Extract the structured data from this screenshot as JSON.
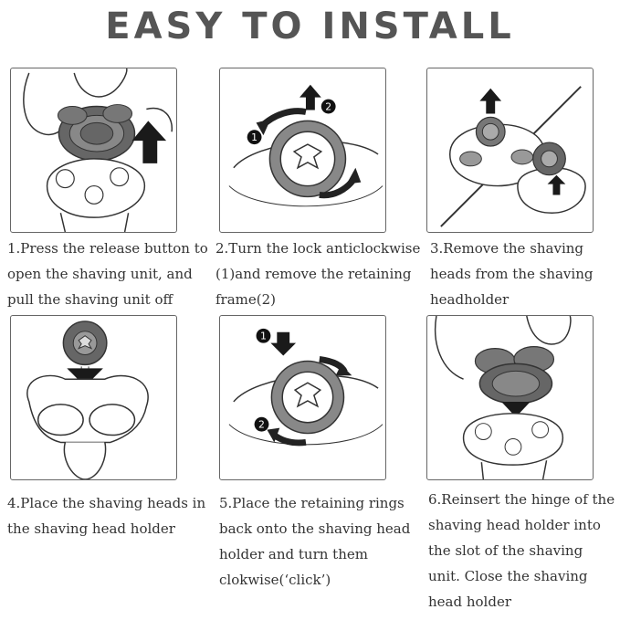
{
  "header": {
    "title": "EASY TO INSTALL"
  },
  "steps": [
    {
      "caption": "1.Press the release button to open the shaving unit, and pull the shaving unit off"
    },
    {
      "caption": "2.Turn the lock anticlockwise (1)and remove the retaining frame(2)",
      "markers": [
        "1",
        "2"
      ]
    },
    {
      "caption": "3.Remove the shaving heads from the shaving headholder"
    },
    {
      "caption": "4.Place the shaving heads in the shaving head holder"
    },
    {
      "caption": "5.Place the retaining rings back onto the shaving head holder and turn them clokwise(‘click’)",
      "markers": [
        "1",
        "2"
      ]
    },
    {
      "caption": "6.Reinsert the hinge of the shaving head holder into the slot of the shaving unit. Close the shaving head holder"
    }
  ],
  "colors": {
    "line": "#333333",
    "fill_dark": "#4a4a4a",
    "fill_mid": "#8a8a8a",
    "fill_light": "#d0d0d0"
  }
}
